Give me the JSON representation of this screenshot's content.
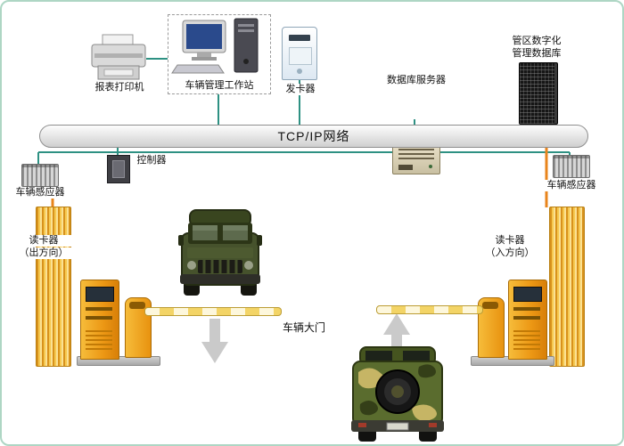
{
  "diagram": {
    "type": "vehicle-access-control-topology",
    "network": {
      "label": "TCP/IP网络"
    },
    "top": {
      "printer": {
        "label": "报表打印机"
      },
      "workstation": {
        "label": "车辆管理工作站"
      },
      "card_issuer": {
        "label": "发卡器"
      },
      "db_server": {
        "label": "数据库服务器"
      },
      "district_db": {
        "line1": "管区数字化",
        "line2": "管理数据库"
      }
    },
    "field": {
      "controller": {
        "label": "控制器"
      },
      "sensor_left": {
        "label": "车辆感应器"
      },
      "sensor_right": {
        "label": "车辆感应器"
      },
      "reader_left": {
        "line1": "读卡器",
        "line2": "（出方向）"
      },
      "reader_right": {
        "line1": "读卡器",
        "line2": "（入方向）"
      },
      "gate": {
        "label": "车辆大门"
      }
    }
  },
  "colors": {
    "frame_border": "#aed6c4",
    "connector_teal": "#2e9183",
    "connector_orange": "#e8851c",
    "barrier_wall_yellow": "#f6c84f",
    "gate_machine_orange": "#ec9714",
    "network_bar_fill": "#e0e0e0",
    "text": "#111111"
  },
  "icons": {
    "printer-icon": "svg-printer",
    "workstation-icon": "svg-monitor-tower-keyboard",
    "card-issuer-icon": "css-white-box",
    "db-server-icon": "css-beige-server",
    "district-db-rack-icon": "css-black-rack",
    "controller-icon": "css-dark-box",
    "vehicle-sensor-icon": "css-ribbed-box",
    "gate-kiosk-icon": "css-orange-machine",
    "barrier-post-icon": "css-orange-post",
    "barrier-arm": "css-striped-bar",
    "jeep-front-icon": "svg-military-vehicle-front",
    "jeep-rear-icon": "svg-military-vehicle-rear",
    "exit-direction-arrow-icon": "svg-down-arrow",
    "entry-direction-arrow-icon": "svg-up-arrow"
  }
}
